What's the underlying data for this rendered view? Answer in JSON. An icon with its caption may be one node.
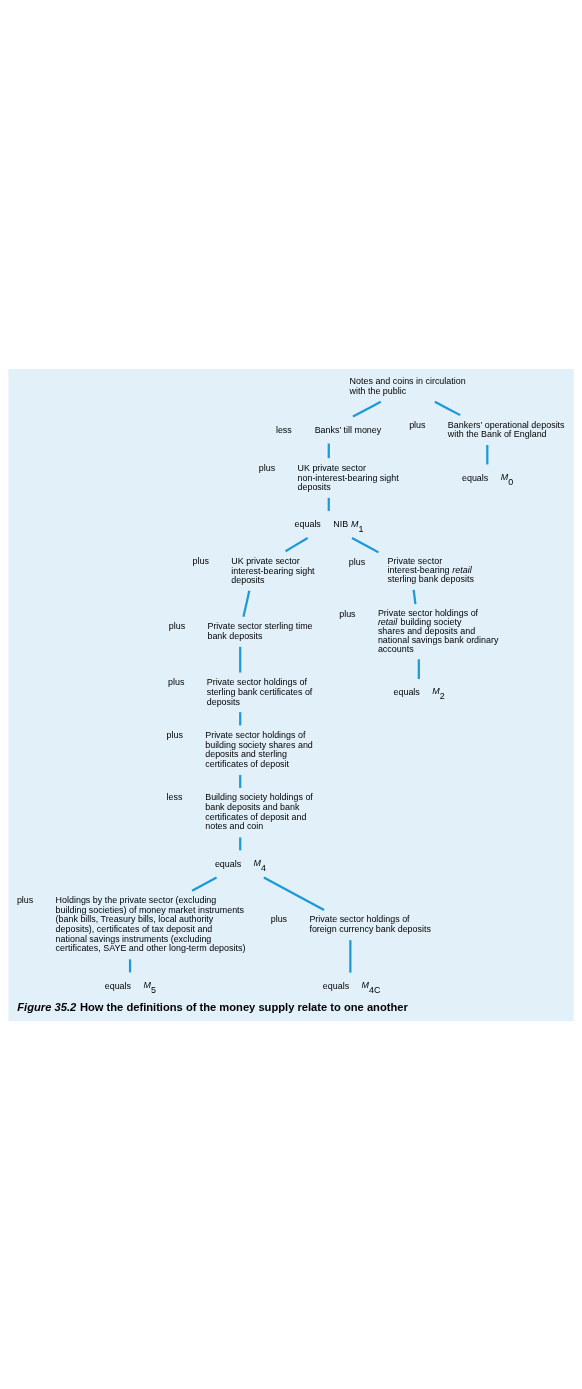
{
  "diagram": {
    "caption": "*Figure 35.2* How the definitions of the money supply relate to one another",
    "nodes": [
      {
        "text": [
          "Notes and coins in circulation with the public"
        ]
      },
      {
        "text": [
          "Banks’ till money"
        ],
        "beside": [
          "less"
        ]
      },
      {
        "text": [
          "Bankers’ operational deposits with the Bank of England"
        ],
        "beside": [
          "plus"
        ]
      },
      {
        "text": [
          "UK private sector non-interest-bearing sight deposits"
        ],
        "beside": [
          "plus"
        ]
      },
      {
        "text": [
          "*M*$_{0}$"
        ],
        "beside": [
          "equals"
        ]
      },
      {
        "text": [
          "NIB *M*$_{1}$"
        ],
        "beside": [
          "equals"
        ]
      },
      {
        "text": [
          "UK private sector interest-bearing sight deposits"
        ],
        "beside": [
          "plus"
        ]
      },
      {
        "text": [
          "Private sector interest-bearing *retail* sterling bank deposits"
        ],
        "beside": [
          "plus"
        ]
      },
      {
        "text": [
          "Private sector holdings of *retail* building society shares and deposits and national savings bank ordinary accounts"
        ],
        "beside": [
          "plus"
        ]
      },
      {
        "text": [
          "*M*$_{2}$"
        ],
        "beside": [
          "equals"
        ]
      },
      {
        "text": [
          "Private sector sterling time bank deposits"
        ],
        "beside": [
          "plus"
        ]
      },
      {
        "text": [
          "Private sector holdings of sterling bank certificates of deposits"
        ],
        "beside": [
          "plus"
        ]
      },
      {
        "text": [
          "Private sector holdings of building society shares and deposits and sterling certificates of deposit"
        ],
        "beside": [
          "plus"
        ]
      },
      {
        "text": [
          "Building society holdings of bank deposits and bank certificates of deposit and notes and coin"
        ],
        "beside": [
          "less"
        ]
      },
      {
        "text": [
          "*M*$_{4}$"
        ],
        "beside": [
          "equals"
        ]
      },
      {
        "text": [
          "Holdings by the private sector (excluding building societies) of money market instruments (bank bills, Treasury bills, local authority deposits), certificates of tax deposit and national savings instruments (excluding certificates, SAYE and other long-term deposits)"
        ],
        "beside": [
          "plus"
        ]
      },
      {
        "text": [
          "*M*$_{5}$"
        ],
        "beside": [
          "equals"
        ]
      },
      {
        "text": [
          "Private sector holdings of foreign currency bank deposits"
        ],
        "beside": [
          "plus"
        ]
      },
      {
        "text": [
          "*M*$_{4C}$"
        ],
        "beside": [
          "equals"
        ]
      }
    ],
    "edges": [
      {
        "from": 0,
        "to": 1,
        "arrow": "none"
      },
      {
        "from": 0,
        "to": 2,
        "arrow": "none"
      },
      {
        "from": 1,
        "to": 3,
        "arrow": "none"
      },
      {
        "from": 2,
        "to": 4,
        "arrow": "none"
      },
      {
        "from": 3,
        "to": 5,
        "arrow": "none"
      },
      {
        "from": 5,
        "to": 6,
        "arrow": "none"
      },
      {
        "from": 5,
        "to": 7,
        "arrow": "none"
      },
      {
        "from": 7,
        "to": 8,
        "arrow": "none"
      },
      {
        "from": 8,
        "to": 9,
        "arrow": "none"
      },
      {
        "from": 6,
        "to": 10,
        "arrow": "none"
      },
      {
        "from": 10,
        "to": 11,
        "arrow": "none"
      },
      {
        "from": 11,
        "to": 12,
        "arrow": "none"
      },
      {
        "from": 12,
        "to": 13,
        "arrow": "none"
      },
      {
        "from": 13,
        "to": 14,
        "arrow": "none"
      },
      {
        "from": 14,
        "to": 15,
        "arrow": "none"
      },
      {
        "from": 15,
        "to": 16,
        "arrow": "none"
      },
      {
        "from": 14,
        "to": 17,
        "arrow": "none"
      },
      {
        "from": 17,
        "to": 18,
        "arrow": "none"
      }
    ]
  }
}
